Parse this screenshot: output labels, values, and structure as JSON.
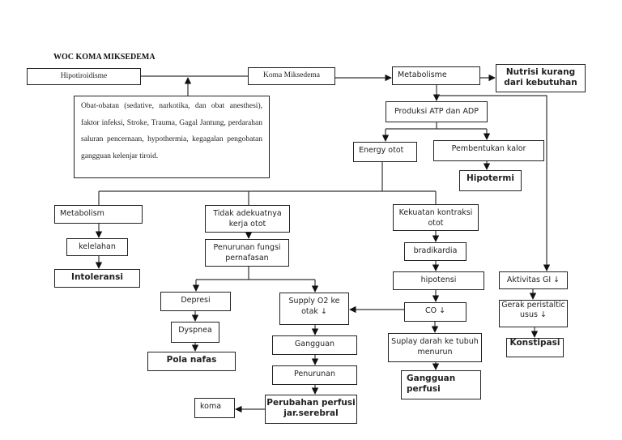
{
  "title": "WOC KOMA MIKSEDEMA",
  "nodes": {
    "hipotiroidisme": "Hipotiroidisme",
    "koma_miksedema": "Koma Miksedema",
    "obat": "Obat-obatan (sedative, narkotika, dan obat anesthesi), faktor infeksi, Stroke, Trauma, Gagal Jantung, perdarahan saluran pencernaan, hypothermia, kegagalan pengobatan gangguan kelenjar tiroid.",
    "metabolisme": "Metabolisme",
    "nutrisi": "Nutrisi kurang dari kebutuhan",
    "produksi_atp": "Produksi ATP dan ADP",
    "energy_otot": "Energy otot",
    "pembentukan_kalor": "Pembentukan kalor",
    "hipotermi": "Hipotermi",
    "metabolism": "Metabolism",
    "kelelahan": "kelelahan",
    "intoleransi": "Intoleransi",
    "tidak_adekuat": "Tidak adekuatnya kerja otot",
    "penurunan_fungsi": "Penurunan fungsi pernafasan",
    "depresi": "Depresi",
    "dyspnea": "Dyspnea",
    "pola_nafas": "Pola nafas",
    "supply_o2": "Supply O2 ke otak ↓",
    "gangguan": "Gangguan",
    "penurunan": "Penurunan",
    "perubahan_perfusi": "Perubahan perfusi jar.serebral",
    "koma": "koma",
    "kekuatan": "Kekuatan kontraksi otot",
    "bradikardia": "bradikardia",
    "hipotensi": "hipotensi",
    "co": "CO ↓",
    "suplay_darah": "Suplay darah ke tubuh menurun",
    "gangguan_perfusi": "Gangguan perfusi",
    "aktivitas_gi": "Aktivitas GI ↓",
    "gerak_peristaltic": "Gerak peristaltic usus ↓",
    "konstipasi": "Konstipasi"
  }
}
